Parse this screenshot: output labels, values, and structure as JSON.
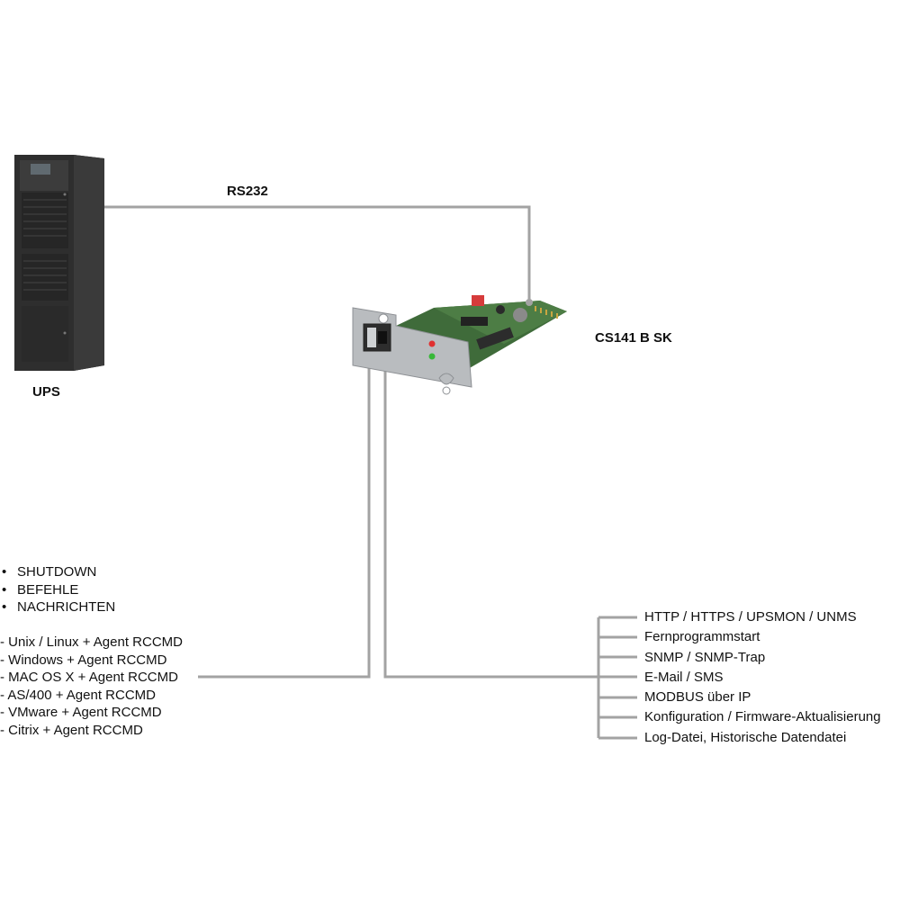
{
  "labels": {
    "ups": "UPS",
    "rs232": "RS232",
    "card": "CS141 B SK"
  },
  "functions": [
    "SHUTDOWN",
    "BEFEHLE",
    "NACHRICHTEN"
  ],
  "clients": [
    "- Unix / Linux + Agent RCCMD",
    "- Windows + Agent RCCMD",
    "- MAC OS X + Agent RCCMD",
    "- AS/400 + Agent RCCMD",
    "- VMware + Agent RCCMD",
    "- Citrix + Agent RCCMD"
  ],
  "services": [
    "HTTP / HTTPS / UPSMON / UNMS",
    "Fernprogrammstart",
    "SNMP / SNMP-Trap",
    "E-Mail / SMS",
    "MODBUS über IP",
    "Konfiguration / Firmware-Aktualisierung",
    "Log-Datei, Historische Datendatei"
  ],
  "colors": {
    "line": "#a3a3a3",
    "cabinet": "#2b2b2b",
    "plate": "#b9bcbf",
    "pcb": "#3f6b3a"
  }
}
